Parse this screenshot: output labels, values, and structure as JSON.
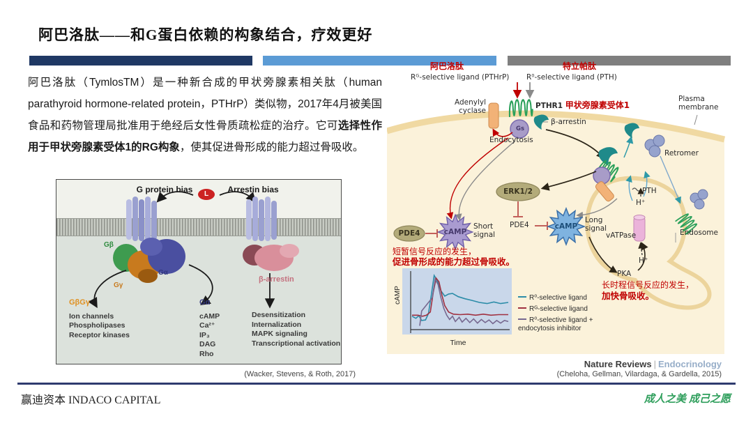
{
  "slide": {
    "title": "阿巴洛肽——和G蛋白依赖的构象结合，疗效更好",
    "footer": {
      "company": "赢迪资本 INDACO CAPITAL",
      "motto": "成人之美 成己之愿"
    }
  },
  "colors": {
    "bar_dark_blue": "#1F3864",
    "bar_light_blue": "#5B9BD5",
    "bar_gray": "#7F7F7F",
    "accent_red": "#C00000",
    "footer_green": "#2E9E5B",
    "rule_navy": "#2E3B6E",
    "cell_cream": "#FBF2DA",
    "membrane_tan": "#F0D9A2"
  },
  "intro": {
    "segments": [
      {
        "text": "阿巴洛肽（TymlosTM）是一种新合成的甲状旁腺素相关肽（human parathyroid hormone-related protein，PTHrP）类似物，2017年4月被美国食品和药物管理局批准用于绝经后女性骨质疏松症的治疗。它可",
        "bold": false
      },
      {
        "text": "选择性作用于甲状旁腺素受体1的RG构象",
        "bold": true
      },
      {
        "text": "，使其促进骨形成的能力超过骨吸收。",
        "bold": false
      }
    ]
  },
  "left_figure": {
    "g_protein_bias": "G protein bias",
    "arrestin_bias": "Arrestin bias",
    "ligand_badge": "L",
    "g_beta": "Gβ",
    "g_gamma": "Gγ",
    "g_alpha": "Gα",
    "beta_arrestin": "β-arrestin",
    "gbg_header": "GβGγ",
    "ga_header": "Gα",
    "gbg_effectors": [
      "Ion channels",
      "Phospholipases",
      "Receptor kinases"
    ],
    "ga_effectors": [
      "cAMP",
      "Ca²⁺",
      "IP₃",
      "DAG",
      "Rho"
    ],
    "arrestin_effectors": [
      "Desensitization",
      "Internalization",
      "MAPK signaling",
      "Transcriptional activation"
    ],
    "citation": "(Wacker, Stevens, & Roth, 2017)"
  },
  "pathway": {
    "abaloparatide_cn": "阿巴洛肽",
    "teriparatide_cn": "特立帕肽",
    "ligand_g": "Rᴳ-selective ligand (PTHrP)",
    "ligand_0": "R⁰-selective ligand (PTH)",
    "plasma_membrane": "Plasma membrane",
    "adenylyl_cyclase": "Adenylyl cyclase",
    "pthr1": "PTHR1",
    "pthr1_cn": "甲状旁腺素受体1",
    "beta_arrestin": "β-arrestin",
    "gs": "Gs",
    "endocytosis": "Endocytosis",
    "retromer": "Retromer",
    "erk": "ERK1/2",
    "pde4": "PDE4",
    "camp": "cAMP",
    "short_signal": "Short signal",
    "long_signal": "Long signal",
    "vatpase": "vATPase",
    "pth": "PTH",
    "h_plus": "H⁺",
    "endosome": "Endosome",
    "pka": "PKA",
    "short_note_1": "短暂信号反应的发生，",
    "short_note_2": "促进骨形成的能力超过骨吸收。",
    "long_note_1": "长时程信号反应的发生，",
    "long_note_2": "加快骨吸收。",
    "journal": {
      "part1": "Nature Reviews",
      "separator": "|",
      "part2": "Endocrinology"
    },
    "citation": "(Cheloha, Gellman, Vilardaga, & Gardella, 2015)"
  },
  "chart_data": {
    "type": "line",
    "title": "",
    "xlabel": "Time",
    "ylabel": "cAMP",
    "x_range": [
      0,
      100
    ],
    "y_range": [
      0,
      100
    ],
    "grid": false,
    "legend_position": "right",
    "series": [
      {
        "name": "R⁰-selective ligand",
        "color": "#2B8CA8",
        "points": [
          [
            0,
            20
          ],
          [
            4,
            16
          ],
          [
            7,
            21
          ],
          [
            10,
            12
          ],
          [
            14,
            13
          ],
          [
            17,
            25
          ],
          [
            20,
            60
          ],
          [
            23,
            97
          ],
          [
            26,
            88
          ],
          [
            30,
            68
          ],
          [
            34,
            58
          ],
          [
            38,
            62
          ],
          [
            42,
            63
          ],
          [
            48,
            57
          ],
          [
            55,
            53
          ],
          [
            62,
            50
          ],
          [
            70,
            46
          ],
          [
            78,
            44
          ],
          [
            85,
            47
          ],
          [
            92,
            44
          ],
          [
            100,
            46
          ]
        ]
      },
      {
        "name": "Rᴳ-selective ligand",
        "color": "#A03040",
        "points": [
          [
            0,
            22
          ],
          [
            6,
            22
          ],
          [
            11,
            20
          ],
          [
            15,
            22
          ],
          [
            19,
            28
          ],
          [
            22,
            65
          ],
          [
            25,
            92
          ],
          [
            28,
            85
          ],
          [
            31,
            60
          ],
          [
            34,
            40
          ],
          [
            38,
            28
          ],
          [
            43,
            24
          ],
          [
            50,
            23
          ],
          [
            58,
            24
          ],
          [
            66,
            22
          ],
          [
            74,
            24
          ],
          [
            82,
            22
          ],
          [
            90,
            23
          ],
          [
            100,
            23
          ]
        ]
      },
      {
        "name": "R⁰-selective ligand + endocytosis inhibitor",
        "color": "#76688F",
        "points": [
          [
            8,
            2
          ],
          [
            10,
            30
          ],
          [
            21,
            55
          ],
          [
            24,
            90
          ],
          [
            27,
            80
          ],
          [
            30,
            55
          ],
          [
            33,
            35
          ],
          [
            36,
            22
          ],
          [
            39,
            14
          ],
          [
            42,
            20
          ],
          [
            45,
            10
          ],
          [
            49,
            18
          ],
          [
            52,
            9
          ],
          [
            56,
            16
          ],
          [
            60,
            8
          ],
          [
            64,
            15
          ],
          [
            68,
            7
          ],
          [
            72,
            14
          ],
          [
            76,
            8
          ],
          [
            80,
            13
          ],
          [
            84,
            6
          ],
          [
            88,
            12
          ],
          [
            92,
            7
          ],
          [
            96,
            12
          ],
          [
            100,
            10
          ]
        ]
      }
    ]
  }
}
